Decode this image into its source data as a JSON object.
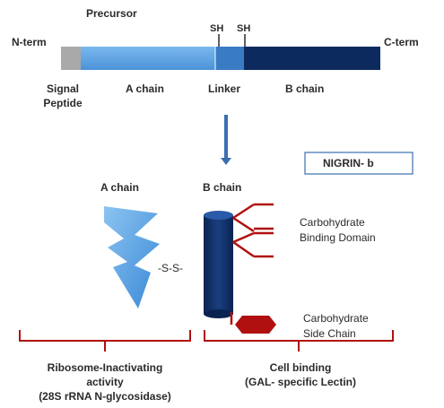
{
  "precursor": {
    "title": "Precursor",
    "n_term": "N-term",
    "c_term": "C-term",
    "sh1": "SH",
    "sh2": "SH",
    "signal_peptide_line1": "Signal",
    "signal_peptide_line2": "Peptide",
    "a_chain": "A chain",
    "linker": "Linker",
    "b_chain": "B chain"
  },
  "mature": {
    "nigrin_label": "NIGRIN- b",
    "a_chain": "A chain",
    "b_chain": "B chain",
    "disulfide": "-S-S-",
    "carb_binding_line1": "Carbohydrate",
    "carb_binding_line2": "Binding Domain",
    "carb_side_line1": "Carbohydrate",
    "carb_side_line2": "Side Chain"
  },
  "functions": {
    "a_line1": "Ribosome-Inactivating",
    "a_line2": "activity",
    "a_line3": "(28S rRNA N-glycosidase)",
    "b_line1": "Cell binding",
    "b_line2": "(GAL- specific Lectin)"
  },
  "colors": {
    "signal": "#a9a9a9",
    "a_chain": "#5fa8e8",
    "linker": "#3a7cc4",
    "b_chain": "#0d2a5e",
    "bracket": "#b01010",
    "arrow": "#3b6fb0"
  }
}
